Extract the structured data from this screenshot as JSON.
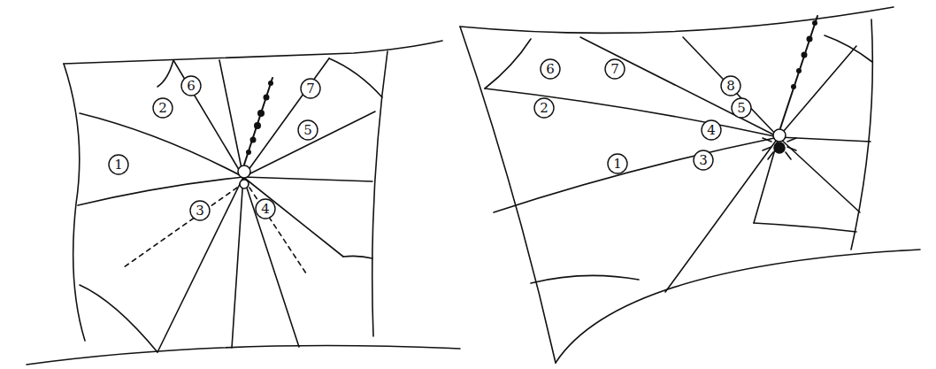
{
  "diagram": {
    "nodes": [
      {
        "text": [
          "6"
        ]
      },
      {
        "text": [
          "7"
        ]
      },
      {
        "text": [
          "2"
        ]
      },
      {
        "text": [
          "5"
        ]
      },
      {
        "text": [
          "1"
        ]
      },
      {
        "text": [
          "4"
        ]
      },
      {
        "text": [
          "3"
        ]
      },
      {
        "text": [
          "6"
        ]
      },
      {
        "text": [
          "7"
        ]
      },
      {
        "text": [
          "8"
        ]
      },
      {
        "text": [
          "5"
        ]
      },
      {
        "text": [
          "2"
        ]
      },
      {
        "text": [
          "4"
        ]
      },
      {
        "text": [
          "3"
        ]
      },
      {
        "text": [
          "1"
        ]
      }
    ]
  }
}
